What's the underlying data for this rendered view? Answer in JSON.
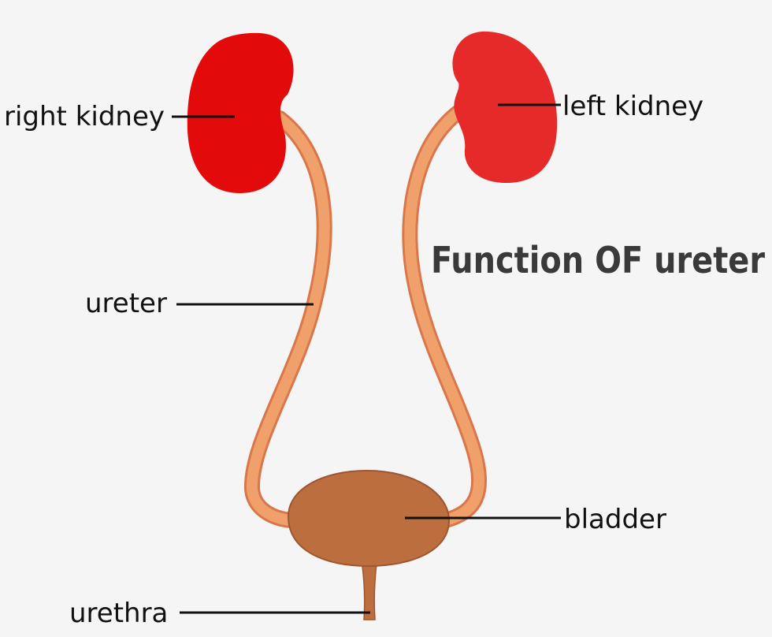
{
  "title": "Function OF ureter",
  "labels": {
    "right_kidney": "right kidney",
    "left_kidney": "left kidney",
    "ureter": "ureter",
    "bladder": "bladder",
    "urethra": "urethra"
  },
  "colors": {
    "background": "#f5f5f5",
    "right_kidney": "#e20a0a",
    "left_kidney": "#e52a29",
    "ureter_fill": "#f0a06a",
    "ureter_outline": "#d9774a",
    "bladder": "#bd6e3f",
    "bladder_outline": "#9c5630"
  }
}
